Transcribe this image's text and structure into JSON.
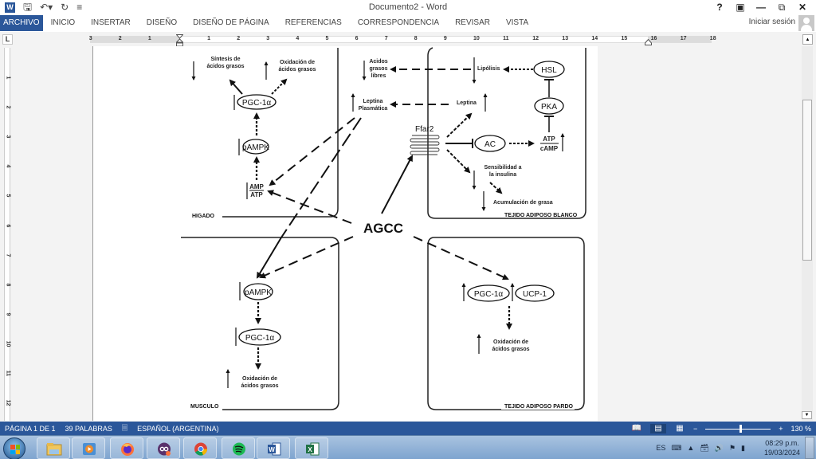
{
  "window": {
    "title": "Documento2 - Word",
    "controls": [
      "?",
      "ribbon-display-options",
      "minimize",
      "restore",
      "close"
    ]
  },
  "quick_access": {
    "app_icon": "word-logo-icon",
    "save": "save-icon",
    "undo": "undo-icon",
    "redo": "redo-icon",
    "customize": "customize-qat-icon"
  },
  "ribbon": {
    "tabs": [
      {
        "label": "ARCHIVO",
        "active": true
      },
      {
        "label": "INICIO"
      },
      {
        "label": "INSERTAR"
      },
      {
        "label": "DISEÑO"
      },
      {
        "label": "DISEÑO DE PÁGINA"
      },
      {
        "label": "REFERENCIAS"
      },
      {
        "label": "CORRESPONDENCIA"
      },
      {
        "label": "REVISAR"
      },
      {
        "label": "VISTA"
      }
    ],
    "signin_label": "Iniciar sesión"
  },
  "ruler": {
    "horizontal_numbers": [
      "3",
      "2",
      "1",
      "1",
      "2",
      "3",
      "4",
      "5",
      "6",
      "7",
      "8",
      "9",
      "10",
      "11",
      "12",
      "13",
      "14",
      "15",
      "16",
      "17",
      "18"
    ],
    "vertical_numbers": [
      "1",
      "2",
      "3",
      "4",
      "5",
      "6",
      "7",
      "8",
      "9",
      "10",
      "11",
      "12"
    ],
    "tab_selector": "L"
  },
  "diagram": {
    "center": "AGCC",
    "liver": {
      "label": "HIGADO",
      "synthesis": [
        "Síntesis de",
        "ácidos grasos"
      ],
      "oxidation": [
        "Oxidación de",
        "ácidos grasos"
      ],
      "nodes": [
        "PGC-1α",
        "pAMPK"
      ],
      "ratio": {
        "top": "AMP",
        "bottom": "ATP"
      }
    },
    "plasma": {
      "ffa": [
        "Acidos",
        "grasos",
        "libres"
      ],
      "leptin": [
        "Leptina",
        "Plasmática"
      ]
    },
    "white_adipose": {
      "label": "TEJIDO ADIPOSO BLANCO",
      "receptor": "Ffar2",
      "lipolysis": "Lipólisis",
      "leptin": "Leptina",
      "nodes": [
        "HSL",
        "PKA",
        "AC"
      ],
      "ratio": {
        "top": "ATP",
        "bottom": "cAMP"
      },
      "insulin": [
        "Sensibilidad a",
        "la insulina"
      ],
      "fat": "Acumulación de grasa"
    },
    "muscle": {
      "label": "MUSCULO",
      "nodes": [
        "pAMPK",
        "PGC-1α"
      ],
      "oxidation": [
        "Oxidación de",
        "ácidos grasos"
      ]
    },
    "brown_adipose": {
      "label": "TEJIDO ADIPOSO PARDO",
      "nodes": [
        "PGC-1α",
        "UCP-1"
      ],
      "oxidation": [
        "Oxidación de",
        "ácidos grasos"
      ]
    }
  },
  "statusbar": {
    "page": "PÁGINA 1 DE 1",
    "words": "39 PALABRAS",
    "proofing_icon": "proofing-icon",
    "language": "ESPAÑOL (ARGENTINA)",
    "zoom": "130 %",
    "zoom_value_percent": 130
  },
  "taskbar": {
    "apps": [
      "file-explorer",
      "media-player",
      "firefox",
      "tor-browser",
      "chrome",
      "spotify",
      "word",
      "excel"
    ],
    "language": "ES",
    "time": "08:29 p.m.",
    "date": "19/03/2024"
  }
}
